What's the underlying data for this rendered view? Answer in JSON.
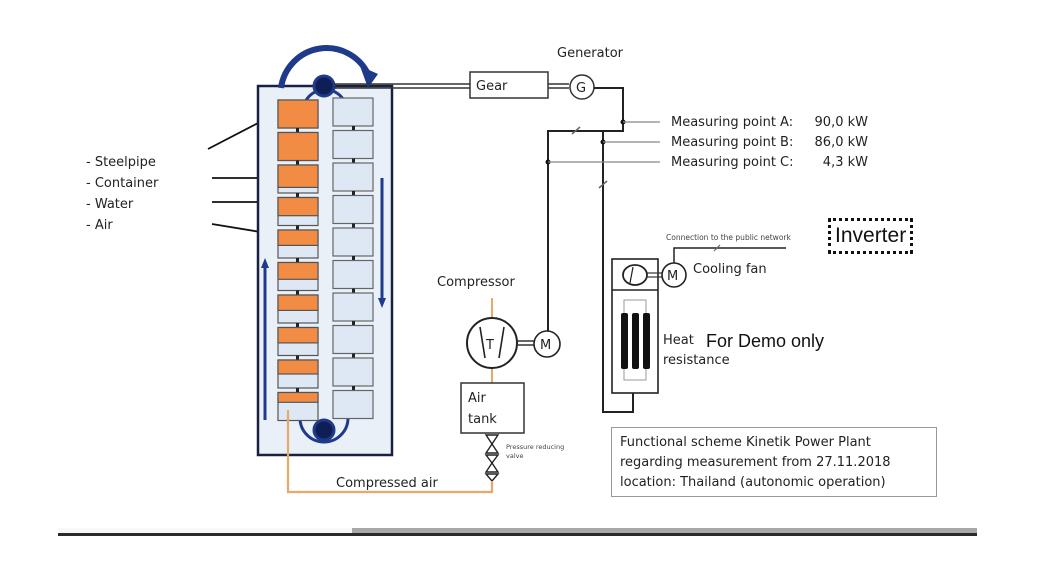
{
  "legend": {
    "items": [
      "- Steelpipe",
      "- Container",
      "- Water",
      "- Air"
    ]
  },
  "components": {
    "gear": "Gear",
    "generator_label": "Generator",
    "generator_symbol": "G",
    "compressor_label": "Compressor",
    "compressor_symbol": "T",
    "motor_symbol": "M",
    "air_tank_line1": "Air",
    "air_tank_line2": "tank",
    "pressure_valve_line1": "Pressure reducing",
    "pressure_valve_line2": "valve",
    "compressed_air": "Compressed air",
    "connection_label": "Connection to the public network",
    "inverter": "Inverter",
    "cooling_fan": "Cooling fan",
    "heat_line1": "Heat",
    "heat_line2": "resistance"
  },
  "measurements": [
    {
      "label": "Measuring point A:",
      "value": "90,0 kW"
    },
    {
      "label": "Measuring point B:",
      "value": "86,0 kW"
    },
    {
      "label": "Measuring point C:",
      "value": "4,3 kW"
    }
  ],
  "watermark": "For Demo only",
  "info_box": {
    "lines": [
      "Functional scheme Kinetik Power Plant",
      "regarding measurement from 27.11.2018",
      "location: Thailand (autonomic operation)"
    ]
  },
  "colors": {
    "orange": "#f28c45",
    "light_blue": "#dde8f4",
    "dark_blue": "#1f3a8a",
    "compressed_air_line": "#e8a86a"
  },
  "video_progress": {
    "played_fraction": 0.32
  }
}
